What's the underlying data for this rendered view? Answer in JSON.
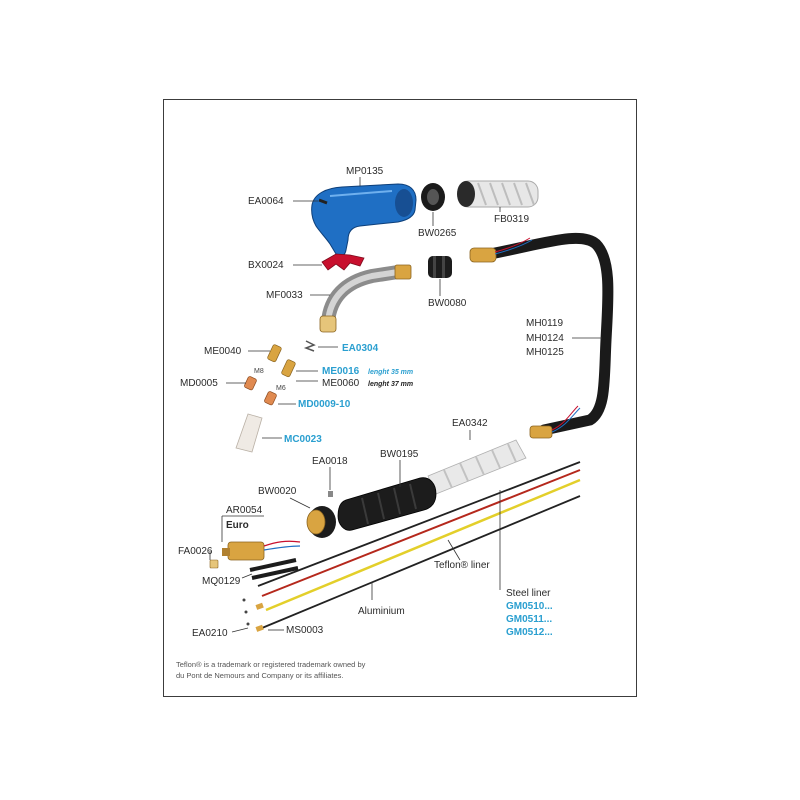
{
  "labels": {
    "mp0135": "MP0135",
    "ea0064": "EA0064",
    "bw0265": "BW0265",
    "fb0319": "FB0319",
    "bx0024": "BX0024",
    "bw0080": "BW0080",
    "mf0033": "MF0033",
    "mh_1": "MH0119",
    "mh_2": "MH0124",
    "mh_3": "MH0125",
    "me0040": "ME0040",
    "ea0304": "EA0304",
    "me0016": "ME0016",
    "me0016_note": "lenght 35 mm",
    "me0060": "ME0060",
    "me0060_note": "lenght 37 mm",
    "md0005": "MD0005",
    "m8": "M8",
    "m6": "M6",
    "md0009": "MD0009-10",
    "mc0023": "MC0023",
    "ea0342": "EA0342",
    "ea0018": "EA0018",
    "bw0195": "BW0195",
    "bw0020": "BW0020",
    "ar0054": "AR0054",
    "euro": "Euro",
    "fa0026": "FA0026",
    "mq0129": "MQ0129",
    "teflon_liner": "Teflon® liner",
    "steel_liner": "Steel liner",
    "gm0510": "GM0510...",
    "gm0511": "GM0511...",
    "gm0512": "GM0512...",
    "aluminium": "Aluminium",
    "ea0210": "EA0210",
    "ms0003": "MS0003"
  },
  "footnote": {
    "line1": "Teflon® is a trademark or registered trademark owned by",
    "line2": "du Pont de Nemours and Company or its affiliates."
  },
  "colors": {
    "label_blue": "#2a9fd0",
    "handle_blue": "#1f6fc4",
    "trigger_red": "#c8102e",
    "brass": "#d9a441",
    "liner_red": "#b5281c",
    "liner_yellow": "#e3cf2a",
    "liner_black": "#222222",
    "note_blue": "#2a9fd0",
    "note_black": "#222222"
  }
}
